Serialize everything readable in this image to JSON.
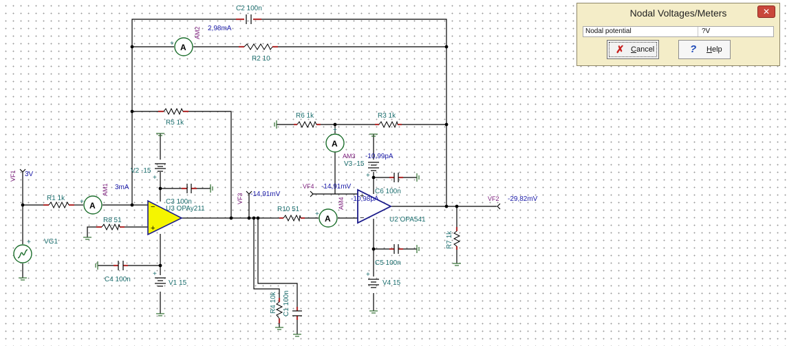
{
  "dialog": {
    "title": "Nodal Voltages/Meters",
    "close_glyph": "✕",
    "field_label": "Nodal potential",
    "field_value": "?V",
    "cancel_mnemonic": "C",
    "cancel_rest": "ancel",
    "help_mnemonic": "H",
    "help_rest": "elp",
    "cancel_icon": "x-icon",
    "help_icon": "question-icon"
  },
  "components": {
    "C2": "C2 100n",
    "AM2": "AM2",
    "R2": "R2 10",
    "R5": "R5 1k",
    "R6": "R6 1k",
    "R3": "R3 1k",
    "AM3": "AM3",
    "V3": "V3 -15",
    "C6": "C6 100n",
    "V2": "V2 -15",
    "C3": "C3 100n",
    "U3": "U3 OPAy211",
    "R1": "R1 1k",
    "AM1": "AM1",
    "R8": "R8 51",
    "VG1": "VG1",
    "C4": "C4 100n",
    "V1": "V1 15",
    "VF1": "VF1",
    "VF3": "VF3",
    "VF4": "VF4",
    "R10": "R10 51",
    "AM4": "AM4",
    "U2": "U2 OPA541",
    "VF2": "VF2",
    "R7": "R7 1k",
    "C5": "C5 100n",
    "V4": "V4 15",
    "R4": "R4 10k",
    "C1": "C1 100n"
  },
  "readings": {
    "am2": "2,98mA",
    "am1": "3mA",
    "vf1": "3V",
    "vf3": "-14,91mV",
    "vf4": "-14,91mV",
    "am3": "-10,99pA",
    "am4": "-10,98pA",
    "vf2": "-29,82mV"
  },
  "colors": {
    "label": "#1a6d6d",
    "value": "#1a1aa8",
    "meter_name": "#7a1a7a",
    "opamp_fill": "#f5f500",
    "dialog_bg": "#f4edc8"
  }
}
